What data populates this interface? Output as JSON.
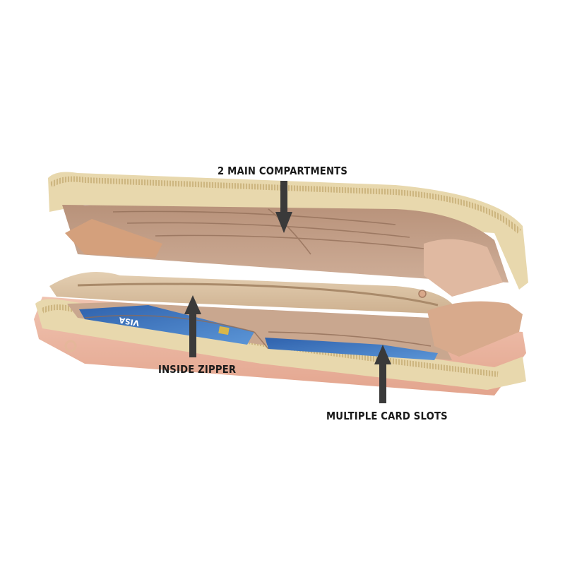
{
  "annotations": {
    "main_compartments": "2 MAIN COMPARTMENTS",
    "inside_zipper": "INSIDE ZIPPER",
    "card_slots": "MULTIPLE CARD SLOTS"
  },
  "card": {
    "brand": "VISA"
  },
  "colors": {
    "background": "#ffffff",
    "zipper_gold": "#e2cfa0",
    "lining_tan": "#c9a78f",
    "divider_beige": "#dcc3a3",
    "rose_body": "#eab4a0",
    "pocket_nude": "#d6a584",
    "card_blue": "#3f78c2",
    "arrow": "#3a3a3a",
    "label_text": "#1a1a1a"
  }
}
